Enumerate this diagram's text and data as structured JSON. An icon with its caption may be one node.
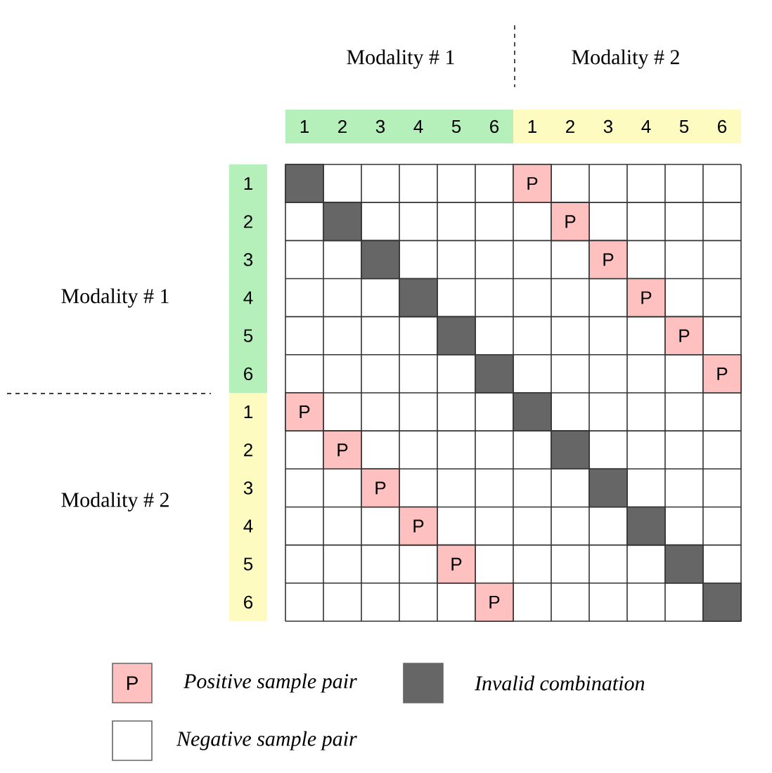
{
  "diagram": {
    "labels": [
      "Modality # 1",
      "Modality # 2",
      "1",
      "2",
      "3",
      "4",
      "5",
      "6",
      "1",
      "2",
      "3",
      "4",
      "5",
      "6",
      "Modality # 1",
      "1",
      "P",
      "2",
      "P",
      "3",
      "P",
      "4",
      "P",
      "5",
      "P",
      "6",
      "P",
      "Modality # 2",
      "1",
      "P",
      "2",
      "P",
      "3",
      "P",
      "4",
      "P",
      "5",
      "P",
      "6",
      "P",
      "P"
    ],
    "legend": [
      {
        "text": "Positive sample pair",
        "color": "#ffc0c0"
      },
      {
        "text": "Invalid combination",
        "color": "#666666"
      },
      {
        "text": "Negative sample pair"
      }
    ]
  }
}
